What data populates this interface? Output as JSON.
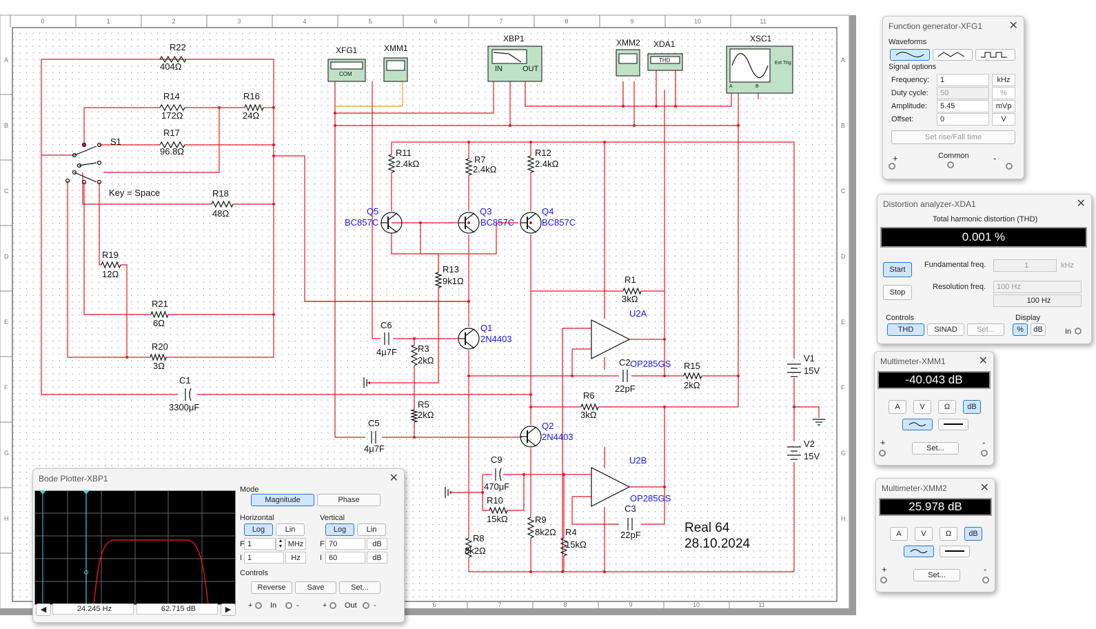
{
  "schematic": {
    "components": {
      "R22": {
        "name": "R22",
        "value": "404Ω"
      },
      "R14": {
        "name": "R14",
        "value": "172Ω"
      },
      "R16": {
        "name": "R16",
        "value": "24Ω"
      },
      "R17": {
        "name": "R17",
        "value": "96.8Ω"
      },
      "R18": {
        "name": "R18",
        "value": "48Ω"
      },
      "R19": {
        "name": "R19",
        "value": "12Ω"
      },
      "R21": {
        "name": "R21",
        "value": "6Ω"
      },
      "R20": {
        "name": "R20",
        "value": "3Ω"
      },
      "C1": {
        "name": "C1",
        "value": "3300μF"
      },
      "S1": {
        "name": "S1",
        "key": "Key = Space"
      },
      "R11": {
        "name": "R11",
        "value": "2.4kΩ"
      },
      "R7": {
        "name": "R7",
        "value": "2.4kΩ"
      },
      "R12": {
        "name": "R12",
        "value": "2.4kΩ"
      },
      "Q5": {
        "name": "Q5",
        "model": "BC857C"
      },
      "Q3": {
        "name": "Q3",
        "model": "BC857C"
      },
      "Q4": {
        "name": "Q4",
        "model": "BC857C"
      },
      "R13": {
        "name": "R13",
        "value": "9k1Ω"
      },
      "R1": {
        "name": "R1",
        "value": "3kΩ"
      },
      "U2A": {
        "name": "U2A",
        "model": "OP285GS"
      },
      "C6": {
        "name": "C6",
        "value": "4μ7F"
      },
      "R3": {
        "name": "R3",
        "value": "2kΩ"
      },
      "Q1": {
        "name": "Q1",
        "model": "2N4403"
      },
      "C2": {
        "name": "C2",
        "value": "22pF"
      },
      "R15": {
        "name": "R15",
        "value": "2kΩ"
      },
      "R5": {
        "name": "R5",
        "value": "2kΩ"
      },
      "R6": {
        "name": "R6",
        "value": "3kΩ"
      },
      "C5": {
        "name": "C5",
        "value": "4μ7F"
      },
      "Q2": {
        "name": "Q2",
        "model": "2N4403"
      },
      "U2B": {
        "name": "U2B",
        "model": "OP285GS"
      },
      "C9": {
        "name": "C9",
        "value": "470μF"
      },
      "R10": {
        "name": "R10",
        "value": "15kΩ"
      },
      "R9": {
        "name": "R9",
        "value": "8k2Ω"
      },
      "R4": {
        "name": "R4",
        "value": "15kΩ"
      },
      "C3": {
        "name": "C3",
        "value": "22pF"
      },
      "R8": {
        "name": "R8",
        "value": "8k2Ω"
      },
      "V1": {
        "name": "V1",
        "value": "15V"
      },
      "V2": {
        "name": "V2",
        "value": "15V"
      }
    },
    "instruments": {
      "XFG1": "XFG1",
      "XMM1": "XMM1",
      "XBP1": "XBP1",
      "XMM2": "XMM2",
      "XDA1": "XDA1",
      "XSC1": "XSC1",
      "com": "COM",
      "in": "IN",
      "out": "OUT",
      "thd": "THD",
      "ext_trig": "Ext Trig",
      "a": "A",
      "b": "B"
    },
    "note_line1": "Real 64",
    "note_line2": "28.10.2024",
    "ruler_top": [
      "0",
      "1",
      "2",
      "3",
      "4",
      "5",
      "6",
      "7",
      "8",
      "9",
      "10",
      "11"
    ],
    "ruler_bottom": [
      "6",
      "7",
      "8",
      "9",
      "10",
      "11"
    ],
    "ruler_left": [
      "A",
      "B",
      "C",
      "D",
      "E",
      "F",
      "G",
      "H"
    ],
    "colors": {
      "wire": "#e8141e",
      "wire_orange": "#f0a020",
      "label_blue": "#1a1ae8"
    }
  },
  "function_generator": {
    "title": "Function generator-XFG1",
    "waveforms_label": "Waveforms",
    "signal_options_label": "Signal options",
    "frequency_label": "Frequency:",
    "frequency_value": "1",
    "frequency_unit": "kHz",
    "duty_label": "Duty cycle:",
    "duty_value": "50",
    "duty_unit": "%",
    "amplitude_label": "Amplitude:",
    "amplitude_value": "5.45",
    "amplitude_unit": "mVp",
    "offset_label": "Offset:",
    "offset_value": "0",
    "offset_unit": "V",
    "rise_fall_label": "Set rise/Fall time",
    "plus": "+",
    "common": "Common",
    "minus": "-"
  },
  "distortion_analyzer": {
    "title": "Distortion analyzer-XDA1",
    "thd_header": "Total harmonic distortion (THD)",
    "thd_value": "0.001 %",
    "start": "Start",
    "stop": "Stop",
    "fund_label": "Fundamental freq.",
    "fund_value": "1",
    "fund_unit": "kHz",
    "res_label": "Resolution freq.",
    "res_select": "100 Hz",
    "res_value": "100 Hz",
    "controls_label": "Controls",
    "thd_btn": "THD",
    "sinad_btn": "SINAD",
    "set_btn": "Set...",
    "display_label": "Display",
    "pct_btn": "%",
    "db_btn": "dB",
    "in_label": "In"
  },
  "multimeter1": {
    "title": "Multimeter-XMM1",
    "reading": "-40.043 dB",
    "a": "A",
    "v": "V",
    "ohm": "Ω",
    "db": "dB",
    "set": "Set...",
    "plus": "+",
    "minus": "-"
  },
  "multimeter2": {
    "title": "Multimeter-XMM2",
    "reading": "25.978 dB",
    "a": "A",
    "v": "V",
    "ohm": "Ω",
    "db": "dB",
    "set": "Set...",
    "plus": "+",
    "minus": "-"
  },
  "bode": {
    "title": "Bode Plotter-XBP1",
    "mode_label": "Mode",
    "magnitude": "Magnitude",
    "phase": "Phase",
    "horizontal_label": "Horizontal",
    "vertical_label": "Vertical",
    "log": "Log",
    "lin": "Lin",
    "h_f_label": "F",
    "h_f_value": "1",
    "h_f_unit": "MHz",
    "h_i_label": "I",
    "h_i_value": "1",
    "h_i_unit": "Hz",
    "v_f_label": "F",
    "v_f_value": "70",
    "v_f_unit": "dB",
    "v_i_label": "I",
    "v_i_value": "60",
    "v_i_unit": "dB",
    "controls_label": "Controls",
    "reverse": "Reverse",
    "save": "Save",
    "set": "Set...",
    "cursor_freq": "24.245 Hz",
    "cursor_mag": "62.715 dB",
    "in_label": "In",
    "out_label": "Out",
    "plus": "+",
    "minus": "-",
    "arrow_left": "◀",
    "arrow_right": "▶"
  }
}
